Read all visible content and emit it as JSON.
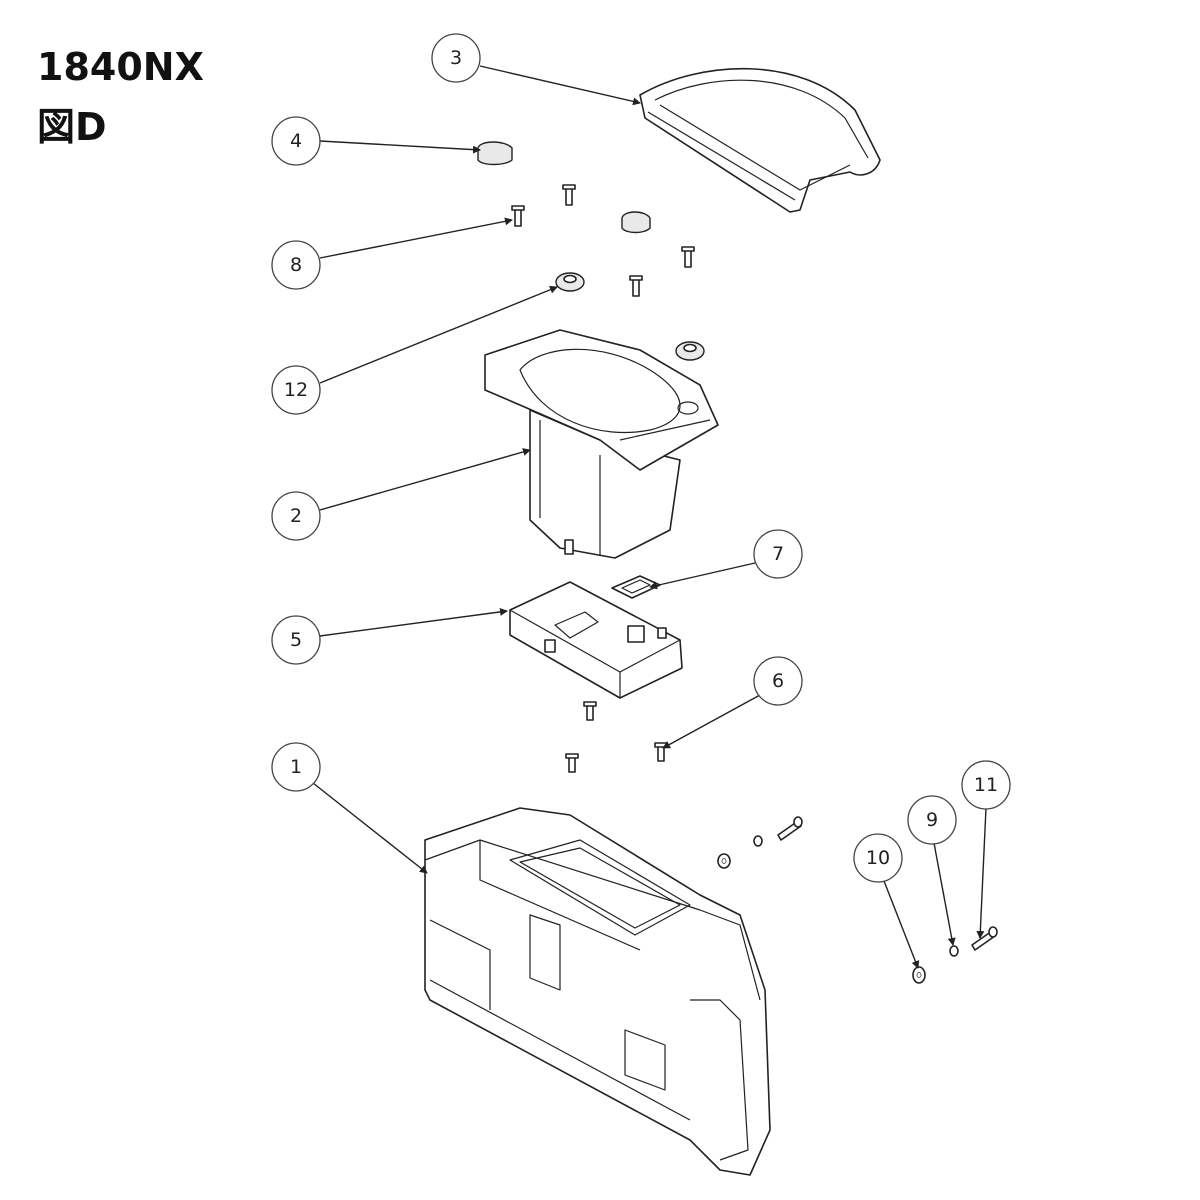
{
  "header": {
    "model": "1840NX",
    "figure": "図D"
  },
  "callouts": [
    "1",
    "2",
    "3",
    "4",
    "5",
    "6",
    "7",
    "8",
    "9",
    "10",
    "11",
    "12"
  ]
}
